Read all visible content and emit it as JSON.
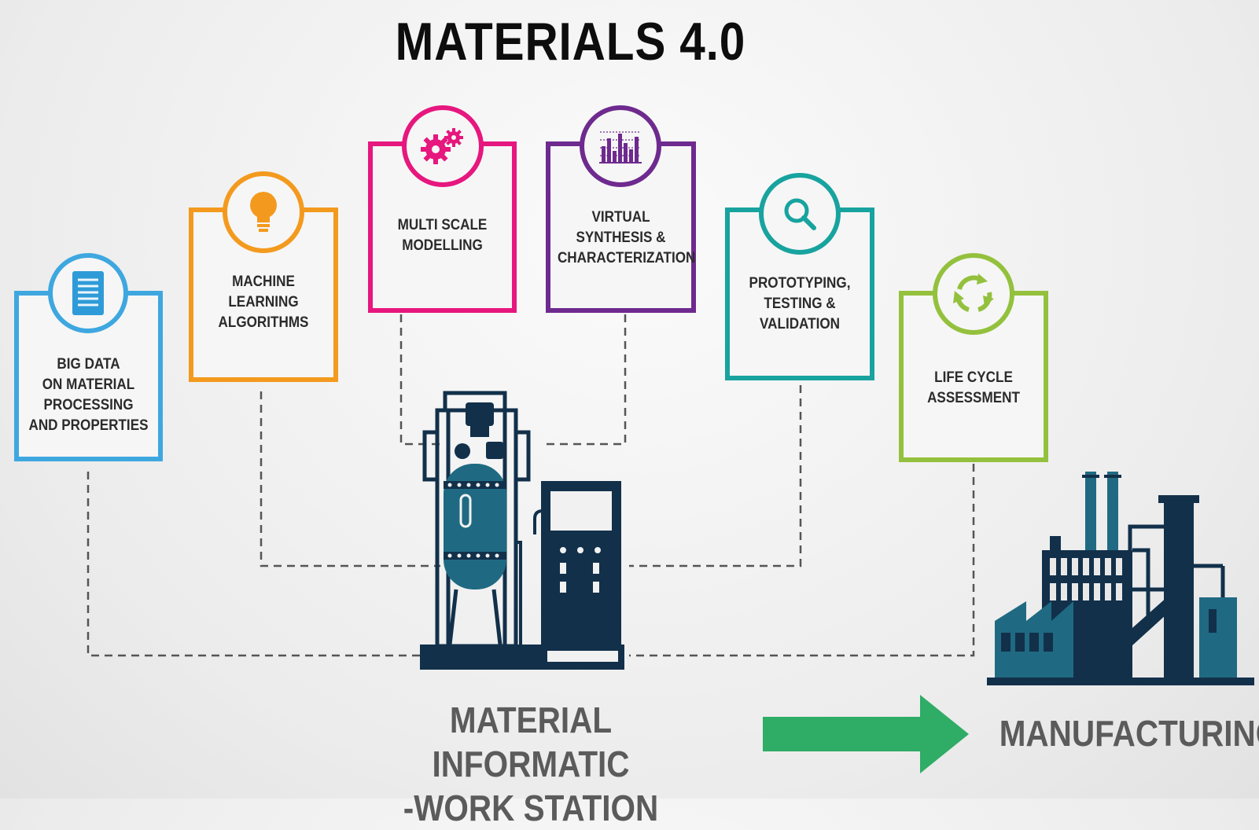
{
  "title": "MATERIALS 4.0",
  "colors": {
    "blue": "#3ea7df",
    "orange": "#f39a1e",
    "magenta": "#e6177e",
    "purple": "#6e2a8e",
    "teal": "#18a39f",
    "green": "#94c13d",
    "navy": "#12304a",
    "steel": "#1f6a82",
    "arrow": "#2fac66",
    "caption": "#5b5b5b"
  },
  "cards": [
    {
      "label": "BIG DATA\nON MATERIAL\nPROCESSING\nAND PROPERTIES",
      "icon": "document-icon",
      "color": "blue"
    },
    {
      "label": "MACHINE\nLEARNING\nALGORITHMS",
      "icon": "lightbulb-icon",
      "color": "orange"
    },
    {
      "label": "MULTI SCALE\nMODELLING",
      "icon": "gears-icon",
      "color": "magenta"
    },
    {
      "label": "VIRTUAL\nSYNTHESIS &\nCHARACTERIZATION",
      "icon": "bar-chart-icon",
      "color": "purple"
    },
    {
      "label": "PROTOTYPING,\nTESTING &\nVALIDATION",
      "icon": "magnifier-icon",
      "color": "teal"
    },
    {
      "label": "LIFE CYCLE\nASSESSMENT",
      "icon": "recycle-arrows-icon",
      "color": "green"
    }
  ],
  "workstation_label": "MATERIAL INFORMATIC\n-WORK STATION",
  "manufacturing_label": "MANUFACTURING",
  "workstation_icon": "reactor-workstation-icon",
  "factory_icon": "factory-icon",
  "arrow_icon": "right-arrow-icon"
}
